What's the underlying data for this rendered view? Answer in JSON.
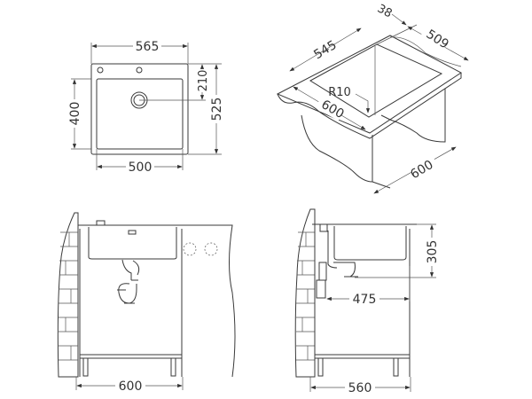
{
  "top_view": {
    "width_overall": "565",
    "width_bowl": "500",
    "depth_bowl": "400",
    "depth_overall": "525",
    "drain_offset": "210"
  },
  "iso_view": {
    "length": "545",
    "rim": "38",
    "depth": "509",
    "countertop_front": "600",
    "radius": "R10",
    "cabinet_depth": "600"
  },
  "front_view": {
    "cabinet_width": "600"
  },
  "side_view": {
    "bowl_depth": "305",
    "drain_distance": "475",
    "cabinet_depth": "560"
  },
  "colors": {
    "line": "#3a3a3a",
    "background": "#ffffff"
  }
}
